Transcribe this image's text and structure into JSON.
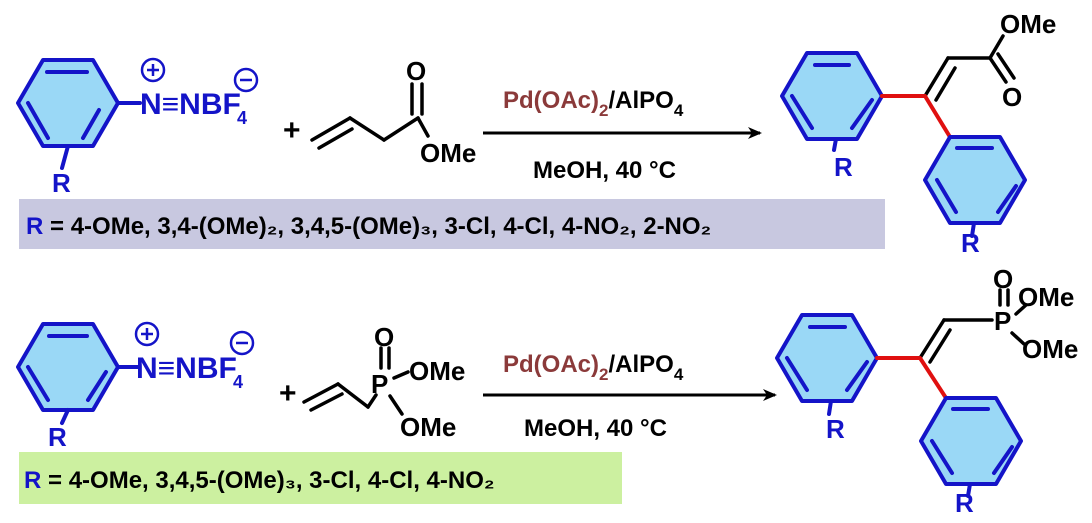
{
  "row1": {
    "diazonium_label": "N≡NBF",
    "diazonium_sub": "4",
    "plus": "+",
    "oxygen": "O",
    "ester_ome": "OMe",
    "catalyst_a": "Pd(OAc)",
    "catalyst_sub": "2",
    "catalyst_b": "/AlPO",
    "catalyst_sub2": "4",
    "conditions": "MeOH, 40 °C",
    "product_ome": "OMe",
    "product_o": "O",
    "r_label": "R",
    "substituents_r": "R",
    "substituents_text": " = 4-OMe, 3,4-(OMe)₂, 3,4,5-(OMe)₃, 3-Cl, 4-Cl, 4-NO₂, 2-NO₂",
    "box_color": "#c8c8e0"
  },
  "row2": {
    "diazonium_label": "N≡NBF",
    "diazonium_sub": "4",
    "plus": "+",
    "oxygen": "O",
    "p_label": "P",
    "ome_top": "OMe",
    "ome_bottom": "OMe",
    "catalyst_a": "Pd(OAc)",
    "catalyst_sub": "2",
    "catalyst_b": "/AlPO",
    "catalyst_sub2": "4",
    "conditions": "MeOH, 40 °C",
    "product_o": "O",
    "product_p": "P",
    "product_ome_top": "OMe",
    "product_ome_bottom": "OMe",
    "r_label": "R",
    "substituents_r": "R",
    "substituents_text": " = 4-OMe, 3,4,5-(OMe)₃, 3-Cl, 4-Cl, 4-NO₂",
    "box_color": "#ccf0a0"
  },
  "colors": {
    "blue": "#1414c8",
    "ring_fill": "#9ad8f6",
    "red": "#e01010",
    "brown": "#8b3a3a"
  }
}
